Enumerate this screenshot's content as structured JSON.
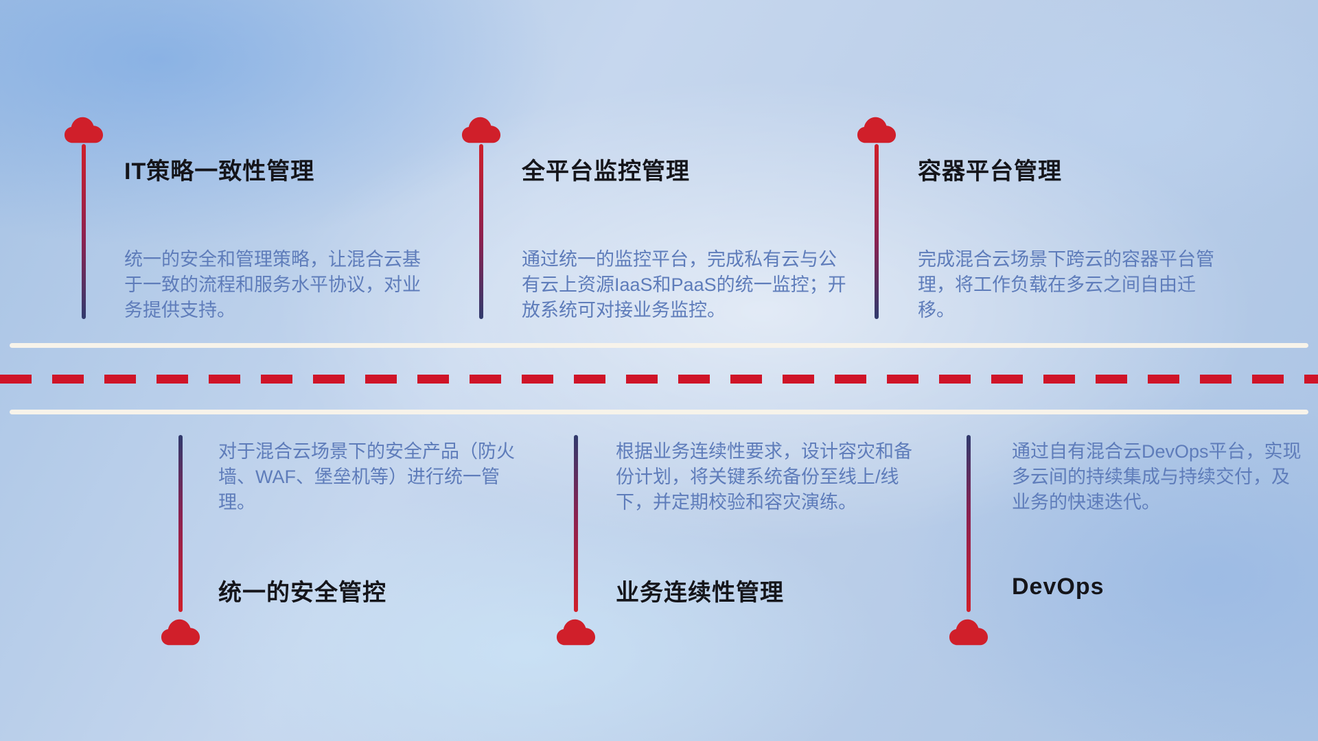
{
  "items_top": [
    {
      "title": "IT策略一致性管理",
      "desc": "统一的安全和管理策略，让混合云基于一致的流程和服务水平协议，对业务提供支持。"
    },
    {
      "title": "全平台监控管理",
      "desc": "通过统一的监控平台，完成私有云与公有云上资源IaaS和PaaS的统一监控；开放系统可对接业务监控。"
    },
    {
      "title": "容器平台管理",
      "desc": "完成混合云场景下跨云的容器平台管理，将工作负载在多云之间自由迁移。"
    }
  ],
  "items_bottom": [
    {
      "title": "统一的安全管控",
      "desc": "对于混合云场景下的安全产品（防火墙、WAF、堡垒机等）进行统一管理。"
    },
    {
      "title": "业务连续性管理",
      "desc": "根据业务连续性要求，设计容灾和备份计划，将关键系统备份至线上/线下，并定期校验和容灾演练。"
    },
    {
      "title": "DevOps",
      "desc": "通过自有混合云DevOps平台，实现多云间的持续集成与持续交付，及业务的快速迭代。"
    }
  ],
  "colors": {
    "accent_red": "#d01f2a",
    "accent_navy": "#303a6d",
    "dash_red": "#cf1428",
    "title_text": "#15151a",
    "desc_text": "#5e7cba",
    "divider_white": "#f7f3ea"
  },
  "icons": {
    "marker": "cloud-icon"
  }
}
